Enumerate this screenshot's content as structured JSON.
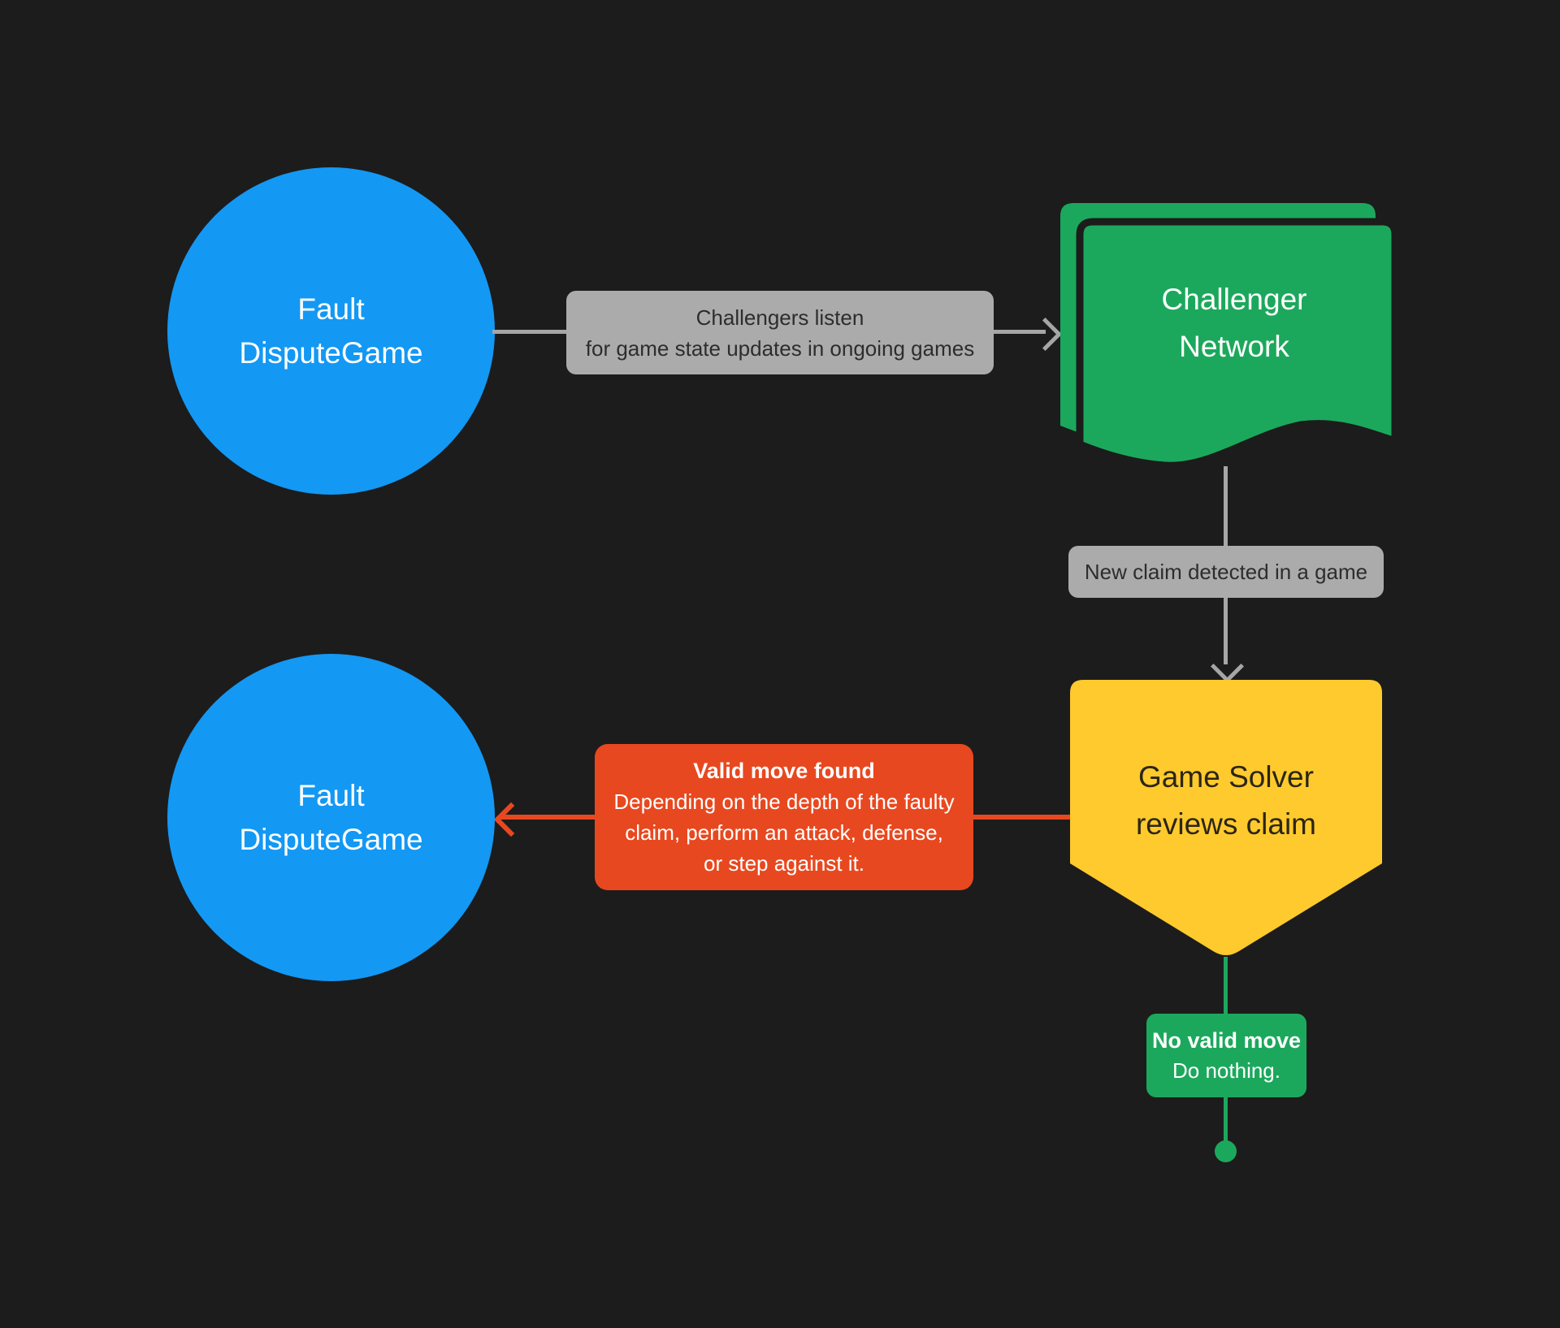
{
  "colors": {
    "background": "#1c1c1c",
    "node_blue": "#1398f4",
    "node_green": "#1ca85c",
    "node_yellow": "#ffca2d",
    "alert_red": "#e8481f",
    "label_gray": "#ababab",
    "connector_gray": "#a6a6a6",
    "text_dark": "#2d2d2d",
    "text_on_yellow": "#2b2516",
    "text_white": "#ffffff"
  },
  "nodes": {
    "fault_top": {
      "line1": "Fault",
      "line2": "DisputeGame"
    },
    "challenger_network": {
      "line1": "Challenger",
      "line2": "Network"
    },
    "game_solver": {
      "line1": "Game Solver",
      "line2": "reviews claim"
    },
    "fault_bottom": {
      "line1": "Fault",
      "line2": "DisputeGame"
    }
  },
  "labels": {
    "challengers_listen": {
      "line1": "Challengers listen",
      "line2": "for game state updates in ongoing games"
    },
    "new_claim": {
      "text": "New claim detected in a game"
    },
    "valid_move": {
      "title": "Valid move found",
      "line1": "Depending on the depth of the faulty",
      "line2": "claim, perform an attack, defense,",
      "line3": "or step against it."
    },
    "no_valid_move": {
      "title": "No valid move",
      "body": "Do nothing."
    }
  }
}
